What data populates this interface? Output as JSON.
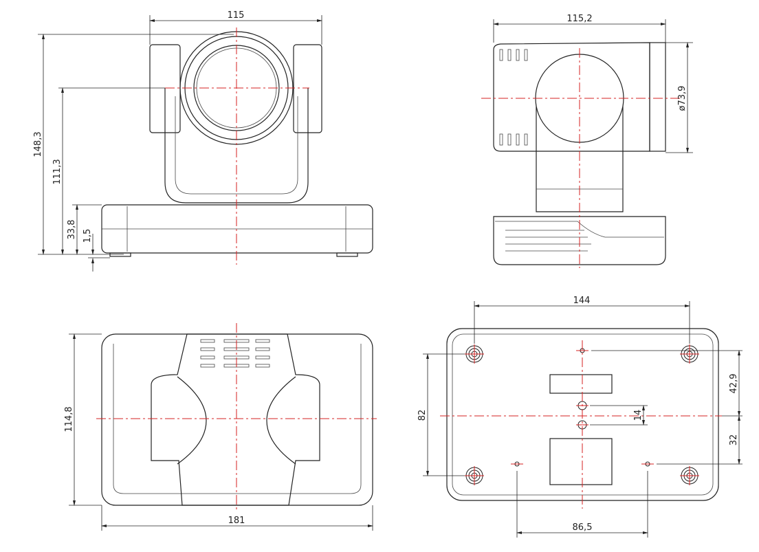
{
  "views": {
    "front": {
      "width": "115",
      "total_height": "148,3",
      "lens_center_height": "111,3",
      "base_height": "33,8",
      "foot_height": "1,5"
    },
    "side": {
      "width": "115,2",
      "lens_diameter": "ø73,9"
    },
    "top": {
      "depth": "114,8",
      "width": "181"
    },
    "bottom": {
      "hole_spacing_x": "144",
      "hole_spacing_y": "82",
      "upper_offset": "42,9",
      "tripod_spacing": "14",
      "lower_offset": "32",
      "pin_spacing": "86,5"
    }
  },
  "colors": {
    "line": "#222222",
    "centerline": "#d62020"
  }
}
